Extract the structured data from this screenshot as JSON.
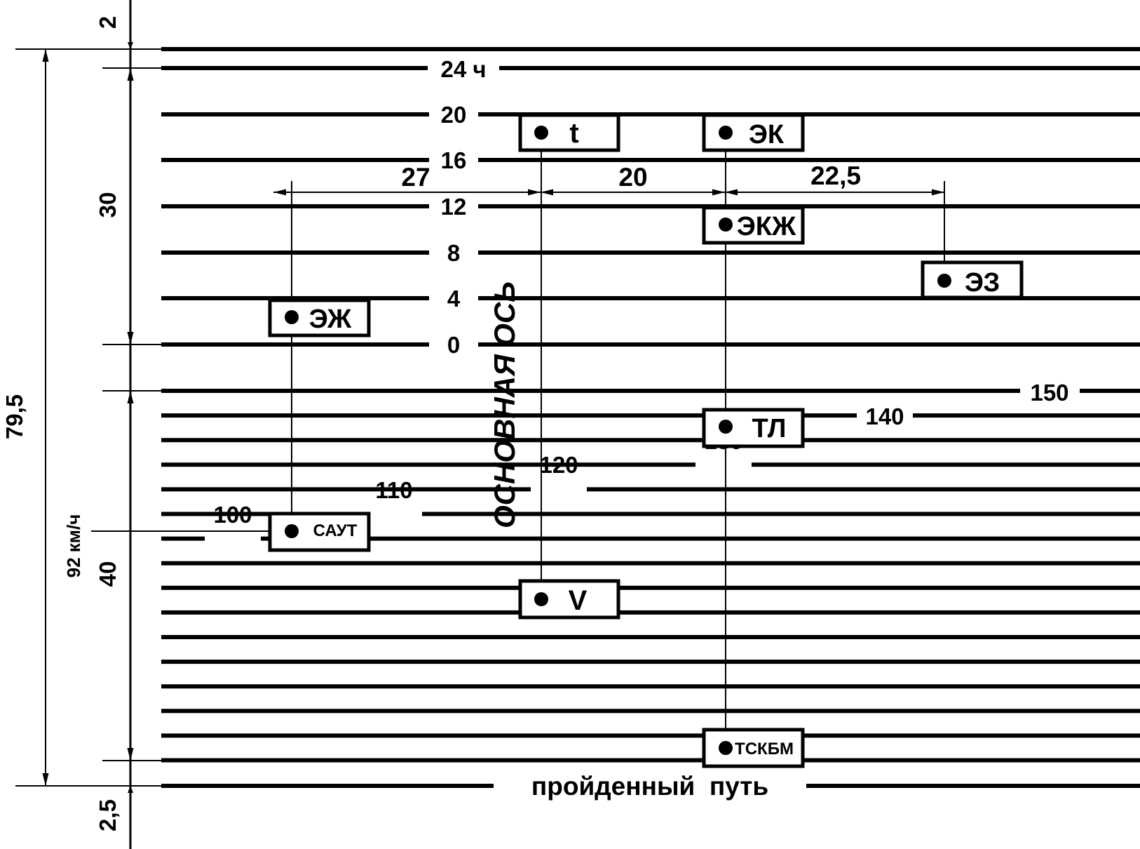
{
  "time_scale": {
    "top_label": "24 ч",
    "ticks": [
      "20",
      "16",
      "12",
      "8",
      "4",
      "0"
    ]
  },
  "speed_scale": {
    "ticks": [
      "100",
      "110",
      "120",
      "130",
      "140",
      "150"
    ]
  },
  "axis_labels": {
    "main_axis": "ОСНОВНАЯ ОСЬ",
    "path": "пройденный  путь",
    "speed_mark": "92 км/ч"
  },
  "dimensions": {
    "top_margin": "2",
    "time_zone": "30",
    "total": "79,5",
    "speed_zone": "40",
    "bottom_margin": "2,5",
    "offset_1": "27",
    "offset_2": "20",
    "offset_3": "22,5"
  },
  "markers": {
    "t": "t",
    "ek": "ЭК",
    "ekzh": "ЭКЖ",
    "ez": "ЭЗ",
    "ezh": "ЭЖ",
    "tl": "ТЛ",
    "saut": "САУТ",
    "v": "V",
    "tskbm": "ТСКБМ"
  },
  "colors": {
    "ink": "#000000",
    "paper": "#ffffff"
  }
}
